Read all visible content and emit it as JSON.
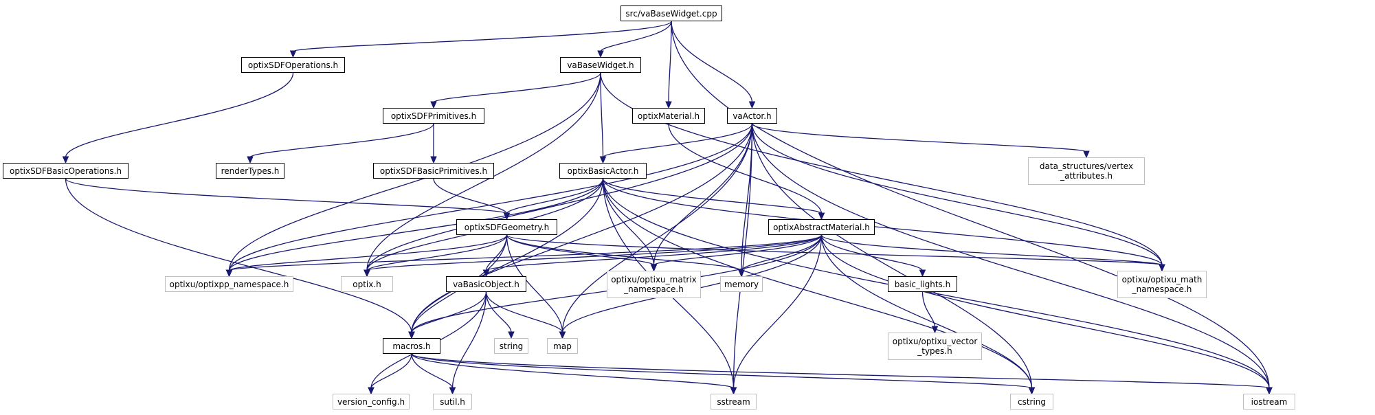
{
  "nodes": {
    "root": {
      "label": "src/vaBaseWidget.cpp",
      "kind": "root"
    },
    "sdfops": {
      "label": "optixSDFOperations.h",
      "kind": "local"
    },
    "basewidget": {
      "label": "vaBaseWidget.h",
      "kind": "local"
    },
    "sdfprims": {
      "label": "optixSDFPrimitives.h",
      "kind": "local"
    },
    "material": {
      "label": "optixMaterial.h",
      "kind": "local"
    },
    "actor": {
      "label": "vaActor.h",
      "kind": "local"
    },
    "sdfbasicops": {
      "label": "optixSDFBasicOperations.h",
      "kind": "local"
    },
    "rendertypes": {
      "label": "renderTypes.h",
      "kind": "local"
    },
    "sdfbasicprims": {
      "label": "optixSDFBasicPrimitives.h",
      "kind": "local"
    },
    "basicactor": {
      "label": "optixBasicActor.h",
      "kind": "local"
    },
    "vertex": {
      "label": "data_structures/vertex\n_attributes.h",
      "kind": "external"
    },
    "sdfgeom": {
      "label": "optixSDFGeometry.h",
      "kind": "local"
    },
    "absmat": {
      "label": "optixAbstractMaterial.h",
      "kind": "local"
    },
    "optixpp": {
      "label": "optixu/optixpp_namespace.h",
      "kind": "external"
    },
    "optixh": {
      "label": "optix.h",
      "kind": "external"
    },
    "basicobj": {
      "label": "vaBasicObject.h",
      "kind": "local"
    },
    "matrix": {
      "label": "optixu/optixu_matrix\n_namespace.h",
      "kind": "external"
    },
    "memory": {
      "label": "memory",
      "kind": "external"
    },
    "basiclights": {
      "label": "basic_lights.h",
      "kind": "local"
    },
    "math": {
      "label": "optixu/optixu_math\n_namespace.h",
      "kind": "external"
    },
    "string": {
      "label": "string",
      "kind": "external"
    },
    "map": {
      "label": "map",
      "kind": "external"
    },
    "macros": {
      "label": "macros.h",
      "kind": "local"
    },
    "vector": {
      "label": "optixu/optixu_vector\n_types.h",
      "kind": "external"
    },
    "version": {
      "label": "version_config.h",
      "kind": "external"
    },
    "sutil": {
      "label": "sutil.h",
      "kind": "external"
    },
    "sstream": {
      "label": "sstream",
      "kind": "external"
    },
    "cstring": {
      "label": "cstring",
      "kind": "external"
    },
    "iostream": {
      "label": "iostream",
      "kind": "external"
    }
  },
  "edges": [
    [
      "root",
      "sdfops"
    ],
    [
      "root",
      "basewidget"
    ],
    [
      "root",
      "material"
    ],
    [
      "root",
      "actor"
    ],
    [
      "root",
      "iostream"
    ],
    [
      "sdfops",
      "sdfbasicops"
    ],
    [
      "sdfbasicops",
      "sdfgeom"
    ],
    [
      "sdfbasicops",
      "macros"
    ],
    [
      "basewidget",
      "sdfprims"
    ],
    [
      "basewidget",
      "basicactor"
    ],
    [
      "basewidget",
      "optixpp"
    ],
    [
      "basewidget",
      "optixh"
    ],
    [
      "basewidget",
      "math"
    ],
    [
      "sdfprims",
      "rendertypes"
    ],
    [
      "sdfprims",
      "sdfbasicprims"
    ],
    [
      "sdfbasicprims",
      "sdfgeom"
    ],
    [
      "material",
      "absmat"
    ],
    [
      "actor",
      "basicactor"
    ],
    [
      "actor",
      "vertex"
    ],
    [
      "actor",
      "optixpp"
    ],
    [
      "actor",
      "optixh"
    ],
    [
      "actor",
      "matrix"
    ],
    [
      "actor",
      "memory"
    ],
    [
      "actor",
      "math"
    ],
    [
      "actor",
      "map"
    ],
    [
      "actor",
      "macros"
    ],
    [
      "actor",
      "sstream"
    ],
    [
      "actor",
      "cstring"
    ],
    [
      "actor",
      "iostream"
    ],
    [
      "basicactor",
      "absmat"
    ],
    [
      "basicactor",
      "sdfgeom"
    ],
    [
      "basicactor",
      "optixpp"
    ],
    [
      "basicactor",
      "optixh"
    ],
    [
      "basicactor",
      "matrix"
    ],
    [
      "basicactor",
      "math"
    ],
    [
      "basicactor",
      "macros"
    ],
    [
      "basicactor",
      "sstream"
    ],
    [
      "basicactor",
      "cstring"
    ],
    [
      "basicactor",
      "iostream"
    ],
    [
      "sdfgeom",
      "optixpp"
    ],
    [
      "sdfgeom",
      "optixh"
    ],
    [
      "sdfgeom",
      "basicobj"
    ],
    [
      "sdfgeom",
      "matrix"
    ],
    [
      "sdfgeom",
      "memory"
    ],
    [
      "sdfgeom",
      "math"
    ],
    [
      "sdfgeom",
      "map"
    ],
    [
      "sdfgeom",
      "macros"
    ],
    [
      "absmat",
      "optixpp"
    ],
    [
      "absmat",
      "optixh"
    ],
    [
      "absmat",
      "basicobj"
    ],
    [
      "absmat",
      "matrix"
    ],
    [
      "absmat",
      "memory"
    ],
    [
      "absmat",
      "basiclights"
    ],
    [
      "absmat",
      "math"
    ],
    [
      "absmat",
      "map"
    ],
    [
      "absmat",
      "macros"
    ],
    [
      "absmat",
      "sstream"
    ],
    [
      "absmat",
      "cstring"
    ],
    [
      "absmat",
      "iostream"
    ],
    [
      "basicobj",
      "string"
    ],
    [
      "basicobj",
      "map"
    ],
    [
      "basicobj",
      "macros"
    ],
    [
      "basicobj",
      "version"
    ],
    [
      "basicobj",
      "sutil"
    ],
    [
      "basiclights",
      "vector"
    ],
    [
      "macros",
      "version"
    ],
    [
      "macros",
      "sutil"
    ],
    [
      "macros",
      "sstream"
    ],
    [
      "macros",
      "cstring"
    ],
    [
      "macros",
      "iostream"
    ]
  ],
  "colors": {
    "edge": "#191970",
    "node_border": "#000000",
    "external_border": "#bfbfbf",
    "root_fill": "#bfbfbf"
  }
}
